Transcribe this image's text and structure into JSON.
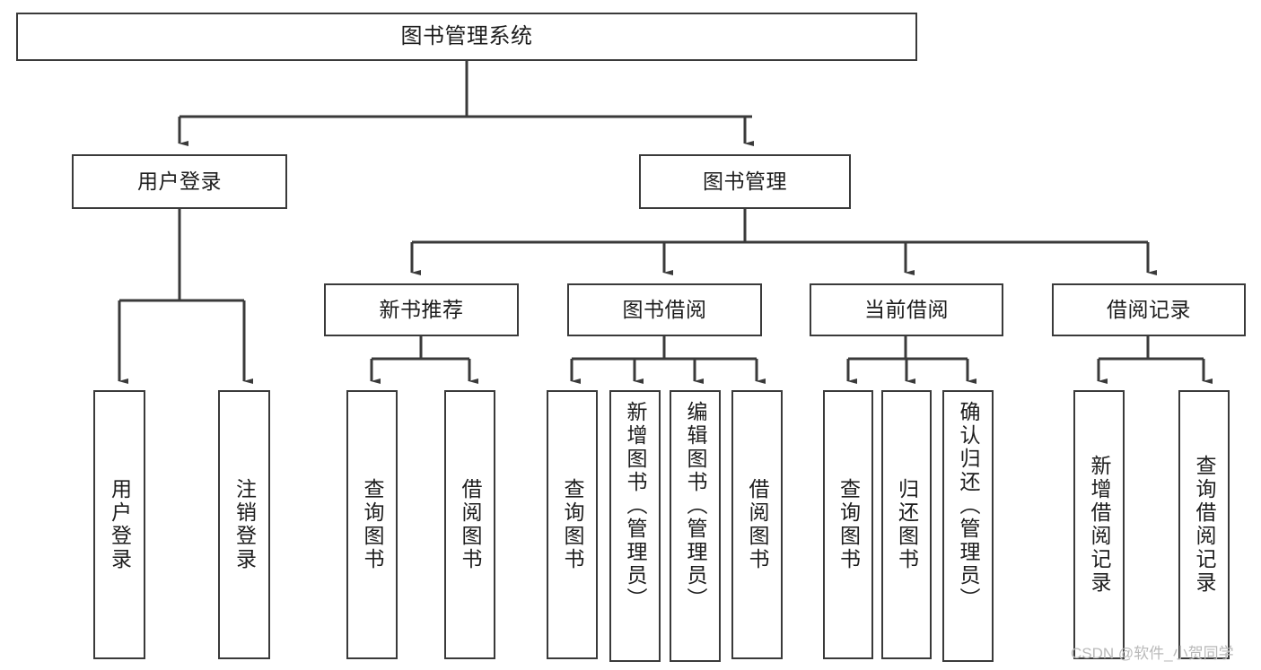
{
  "diagram": {
    "type": "tree-hierarchy",
    "title": "图书管理系统",
    "background_color": "#ffffff",
    "line_color": "#3a3a3a",
    "text_color": "#1d1d1d"
  },
  "root": {
    "label": "图书管理系统"
  },
  "level2": [
    {
      "label": "用户登录"
    },
    {
      "label": "图书管理"
    }
  ],
  "level3": [
    {
      "label": "新书推荐"
    },
    {
      "label": "图书借阅"
    },
    {
      "label": "当前借阅"
    },
    {
      "label": "借阅记录"
    }
  ],
  "leaves": {
    "user_login": [
      {
        "label": "用户登录"
      },
      {
        "label": "注销登录"
      }
    ],
    "new_book_recommend": [
      {
        "label": "查询图书"
      },
      {
        "label": "借阅图书"
      }
    ],
    "book_borrow": [
      {
        "label": "查询图书"
      },
      {
        "label": "新增图书（管理员）"
      },
      {
        "label": "编辑图书（管理员）"
      },
      {
        "label": "借阅图书"
      }
    ],
    "current_borrow": [
      {
        "label": "查询图书"
      },
      {
        "label": "归还图书"
      },
      {
        "label": "确认归还（管理员）"
      }
    ],
    "borrow_record": [
      {
        "label": "新增借阅记录"
      },
      {
        "label": "查询借阅记录"
      }
    ]
  },
  "watermark": {
    "text": "CSDN @软件_小贺同学"
  }
}
